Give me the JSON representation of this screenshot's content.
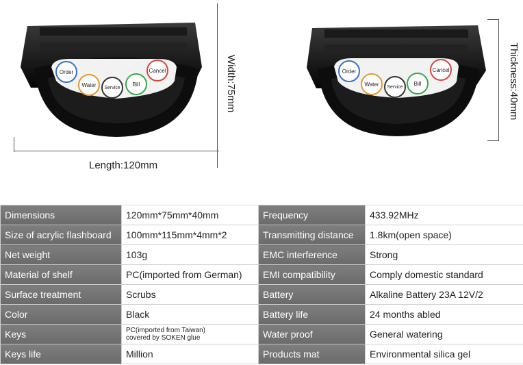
{
  "dimensions": {
    "length_label": "Length:120mm",
    "width_label": "Width:75mm",
    "thickness_label": "Thickness:40mm"
  },
  "buttons": [
    "Order",
    "Water",
    "Service",
    "Bill",
    "Cancel"
  ],
  "button_colors": {
    "Order": "#3a6fc7",
    "Water": "#e39a2d",
    "Service": "#333333",
    "Bill": "#3aa84a",
    "Cancel": "#d8453a"
  },
  "specs": [
    {
      "l_label": "Dimensions",
      "l_value": "120mm*75mm*40mm",
      "r_label": "Frequency",
      "r_value": "433.92MHz"
    },
    {
      "l_label": "Size of acrylic flashboard",
      "l_value": "100mm*115mm*4mm*2",
      "r_label": "Transmitting distance",
      "r_value": "1.8km(open space)"
    },
    {
      "l_label": "Net weight",
      "l_value": "103g",
      "r_label": "EMC interference",
      "r_value": "Strong"
    },
    {
      "l_label": "Material of shelf",
      "l_value": "PC(imported from German)",
      "r_label": "EMI compatibility",
      "r_value": "Comply domestic standard"
    },
    {
      "l_label": "Surface treatment",
      "l_value": "Scrubs",
      "r_label": "Battery",
      "r_value": "Alkaline Battery 23A 12V/2"
    },
    {
      "l_label": "Color",
      "l_value": "Black",
      "r_label": "Battery life",
      "r_value": "24 months abled"
    },
    {
      "l_label": "Keys",
      "l_value_line1": "PC(imported from Taiwan)",
      "l_value_line2": "covered by SOKEN glue",
      "r_label": "Water proof",
      "r_value": "General watering"
    },
    {
      "l_label": "Keys life",
      "l_value": "Million",
      "r_label": "Products mat",
      "r_value": "Environmental silica gel"
    }
  ]
}
